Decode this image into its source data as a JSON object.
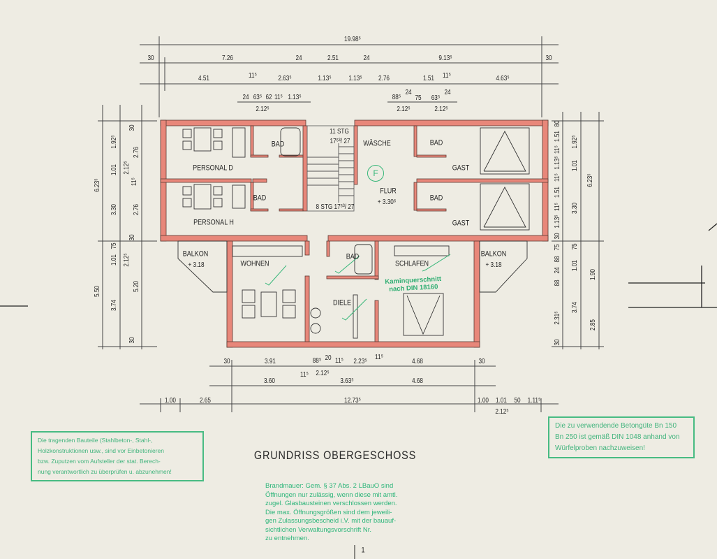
{
  "title": "GRUNDRISS   OBERGESCHOSS",
  "rooms": {
    "personal_d": "PERSONAL  D",
    "personal_h": "PERSONAL  H",
    "bad": "BAD",
    "stair_upper": "11 STG",
    "stair_upper_ratio": "17⁶³/ 27",
    "stair_lower": "8 STG 17⁶³/ 27",
    "waesche": "WÄSCHE",
    "gast": "GAST",
    "flur": "FLUR",
    "flur_level": "+ 3.30⁶",
    "balkon": "BALKON",
    "balkon_level": "+ 3.18",
    "wohnen": "WOHNEN",
    "schlafen": "SCHLAFEN",
    "diele": "DIELE",
    "f_mark": "F"
  },
  "dimensions": {
    "top": [
      "19.98⁵",
      "30",
      "7.26",
      "24",
      "2.51",
      "24",
      "9.13⁵",
      "30",
      "4.51",
      "11⁵",
      "2.63⁵",
      "1.13⁵",
      "1.13⁵",
      "2.76",
      "1.51",
      "11⁵",
      "4.63⁵",
      "24",
      "63⁵",
      "62",
      "11⁵",
      "1.13⁵",
      "88⁵",
      "24",
      "75",
      "63⁵",
      "24",
      "2.12⁵",
      "2.12⁵",
      "2.12⁵"
    ],
    "bottom": [
      "30",
      "3.91",
      "88⁵",
      "20",
      "11⁵",
      "2.23⁵",
      "11⁵",
      "4.68",
      "30",
      "11⁵",
      "2.12⁵",
      "3.60",
      "3.63⁵",
      "4.68",
      "1.00",
      "2.65",
      "12.73⁵",
      "1.00",
      "1.01",
      "50",
      "1.11⁵",
      "2.12⁵"
    ],
    "left": [
      "6.23⁵",
      "5.50",
      "1.92⁵",
      "1.01",
      "3.30",
      "75",
      "1.01",
      "3.74",
      "30",
      "2.76",
      "2.12⁵",
      "11⁵",
      "2.76",
      "30",
      "2.12⁵",
      "5.20",
      "30"
    ],
    "right": [
      "80",
      "1.51",
      "11⁵",
      "1.13⁵",
      "11⁵",
      "1.51",
      "11⁵",
      "1.13⁵",
      "30",
      "75",
      "88",
      "24",
      "88",
      "2.31⁵",
      "30",
      "1.92⁵",
      "1.01",
      "3.30",
      "75",
      "1.01",
      "3.74",
      "6.23⁵",
      "1.90",
      "2.85"
    ]
  },
  "stamps": {
    "brandmauer": [
      "Brandmauer: Gem. § 37 Abs. 2 LBauO sind",
      "Öffnungen nur zulässig, wenn diese mit amtl.",
      "zugel. Glasbausteinen verschlossen werden.",
      "Die max. Öffnungsgrößen sind dem jeweili-",
      "gen Zulassungsbescheid i.V. mit der bauauf-",
      "sichtlichen Verwaltungsvorschrift Nr.",
      "zu entnehmen."
    ],
    "tragende": [
      "Die tragenden Bauteile (Stahlbeton-, Stahl-,",
      "Holzkonstruktionen usw., sind vor Einbetonieren",
      "bzw. Zuputzen vom Aufsteller der stat. Berech-",
      "nung verantwortlich zu überprüfen u. abzunehmen!"
    ],
    "betongute": [
      "Die zu verwendende Betongüte Bn 150",
      "Bn 250 ist gemäß DIN 1048 anhand von",
      "Würfelproben nachzuweisen!"
    ],
    "kamin": [
      "Kaminquerschnitt",
      "nach DIN 18160"
    ]
  },
  "page_number": "1",
  "colors": {
    "wall": "#e8877a",
    "paper": "#eeece3",
    "stamp": "#2fae72"
  }
}
